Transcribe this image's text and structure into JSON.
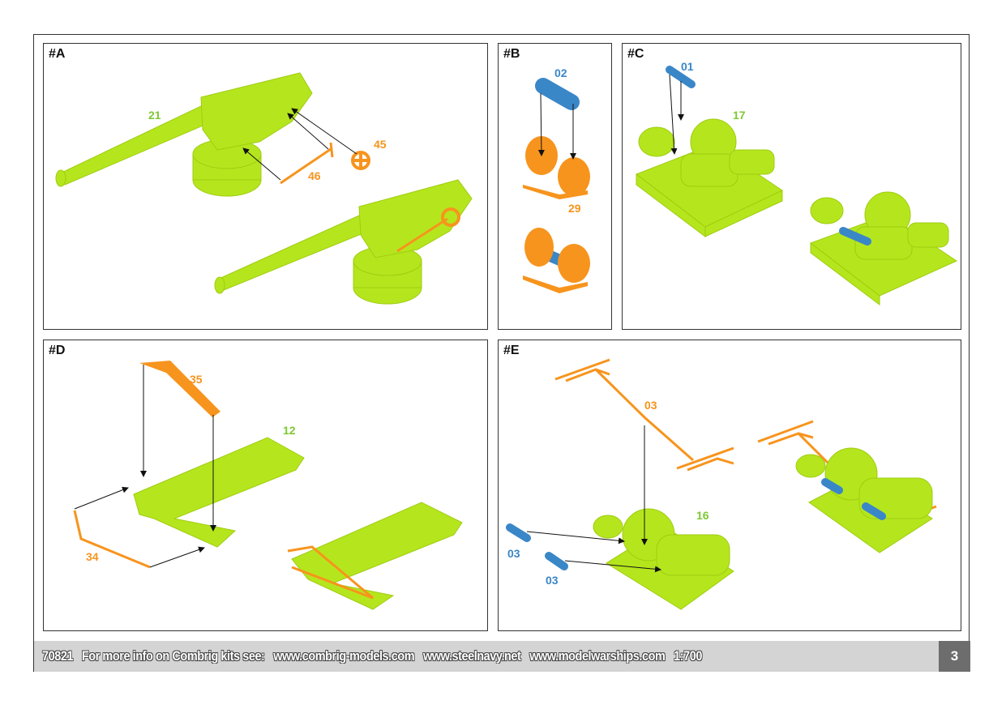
{
  "panels": {
    "a": {
      "title": "#A",
      "labels": [
        "21",
        "45",
        "46"
      ]
    },
    "b": {
      "title": "#B",
      "labels": [
        "02",
        "29"
      ]
    },
    "c": {
      "title": "#C",
      "labels": [
        "01",
        "17"
      ]
    },
    "d": {
      "title": "#D",
      "labels": [
        "35",
        "12",
        "34"
      ]
    },
    "e": {
      "title": "#E",
      "labels": [
        "03",
        "16",
        "03",
        "03"
      ]
    }
  },
  "footer": {
    "kit_number": "70821",
    "info_text": "For more info on Combrig kits see:",
    "links": [
      "www.combrig-models.com",
      "www.steelnavy.net",
      "www.modelwarships.com"
    ],
    "scale": "1:700",
    "page_number": "3"
  },
  "colors": {
    "plastic": "#b5e61d",
    "etched": "#f7941d",
    "resin": "#3a87c8",
    "label_green": "#7dc832"
  }
}
